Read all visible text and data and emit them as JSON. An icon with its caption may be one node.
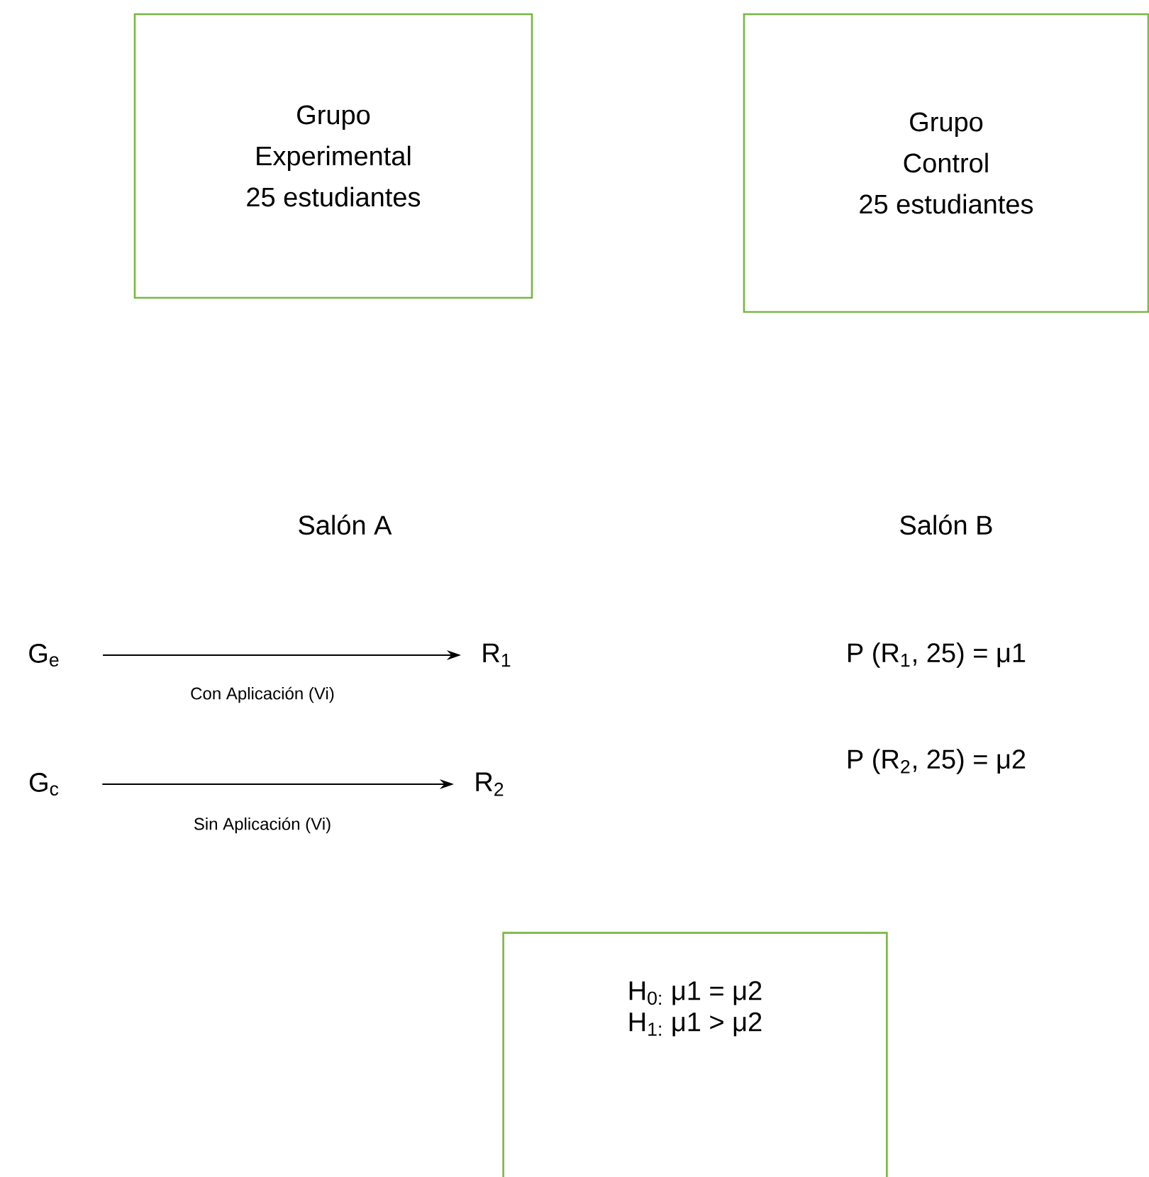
{
  "diagram": {
    "nodes": [
      {
        "text": [
          "Grupo",
          "Experimental",
          "25 estudiantes"
        ]
      },
      {
        "text": [
          "Grupo",
          "Control",
          "25 estudiantes"
        ]
      },
      {
        "text": [
          "G$_{e}$"
        ]
      },
      {
        "text": [
          "R$_{1}$"
        ]
      },
      {
        "text": [
          "G$_{c}$"
        ]
      },
      {
        "text": [
          "R$_{2}$"
        ]
      },
      {
        "text": [
          "H$_{0:}$ μ1 = μ2",
          "H$_{1:}$ μ1 > μ2"
        ]
      }
    ],
    "edges": [
      {
        "from": 2,
        "to": 3,
        "arrow": "to",
        "label": "Con Aplicación (Vi)"
      },
      {
        "from": 4,
        "to": 5,
        "arrow": "to",
        "label": "Sin Aplicación (Vi)"
      }
    ],
    "labels": [
      "Salón A",
      "Salón B",
      "P (R$_{1}$, 25) = μ1",
      "P (R$_{2}$, 25) = μ2"
    ]
  }
}
